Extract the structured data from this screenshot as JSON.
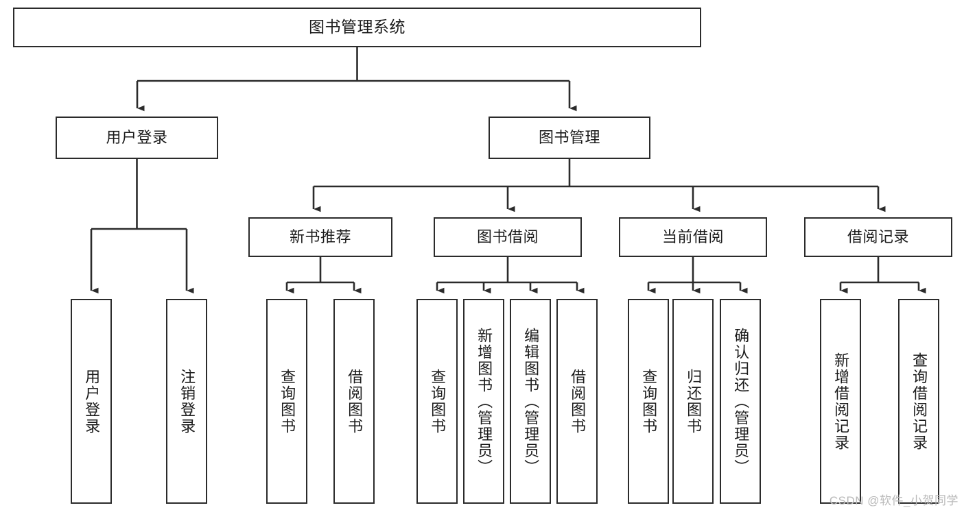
{
  "diagram": {
    "title": "图书管理系统",
    "type": "hierarchy-tree",
    "watermark": "CSDN @软件_小贺同学",
    "colors": {
      "stroke": "#2b2b2b",
      "background": "#ffffff",
      "text": "#1b1b1b",
      "watermark": "#b9b9b9"
    },
    "levels": {
      "root": {
        "label": "图书管理系统"
      },
      "level2": [
        {
          "label": "用户登录"
        },
        {
          "label": "图书管理"
        }
      ],
      "level3": [
        {
          "label": "新书推荐"
        },
        {
          "label": "图书借阅"
        },
        {
          "label": "当前借阅"
        },
        {
          "label": "借阅记录"
        }
      ],
      "leaves": {
        "user_login": [
          {
            "label": "用户登录"
          },
          {
            "label": "注销登录"
          }
        ],
        "new_book_recommend": [
          {
            "label": "查询图书"
          },
          {
            "label": "借阅图书"
          }
        ],
        "book_borrow": [
          {
            "label": "查询图书"
          },
          {
            "label": "新增图书（管理员）"
          },
          {
            "label": "编辑图书（管理员）"
          },
          {
            "label": "借阅图书"
          }
        ],
        "current_borrow": [
          {
            "label": "查询图书"
          },
          {
            "label": "归还图书"
          },
          {
            "label": "确认归还（管理员）"
          }
        ],
        "borrow_record": [
          {
            "label": "新增借阅记录"
          },
          {
            "label": "查询借阅记录"
          }
        ]
      }
    }
  }
}
